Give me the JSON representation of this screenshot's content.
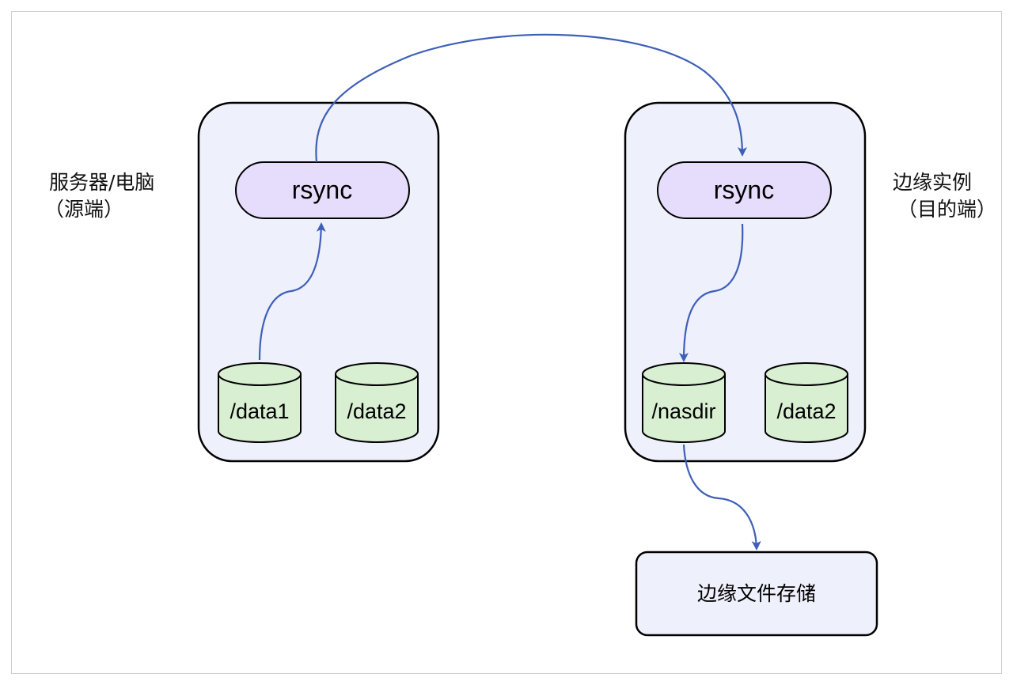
{
  "source": {
    "label_line1": "服务器/电脑",
    "label_line2": "（源端）",
    "process": "rsync",
    "disks": [
      "/data1",
      "/data2"
    ]
  },
  "target": {
    "label_line1": "边缘实例",
    "label_line2": "（目的端）",
    "process": "rsync",
    "disks": [
      "/nasdir",
      "/data2"
    ]
  },
  "storage": {
    "label": "边缘文件存储"
  },
  "colors": {
    "container_fill": "#eef0fb",
    "pill_fill": "#e6dcfb",
    "cylinder_fill": "#d9efd2",
    "arrow": "#3e5fb8",
    "storage_fill": "#eef0fb"
  }
}
